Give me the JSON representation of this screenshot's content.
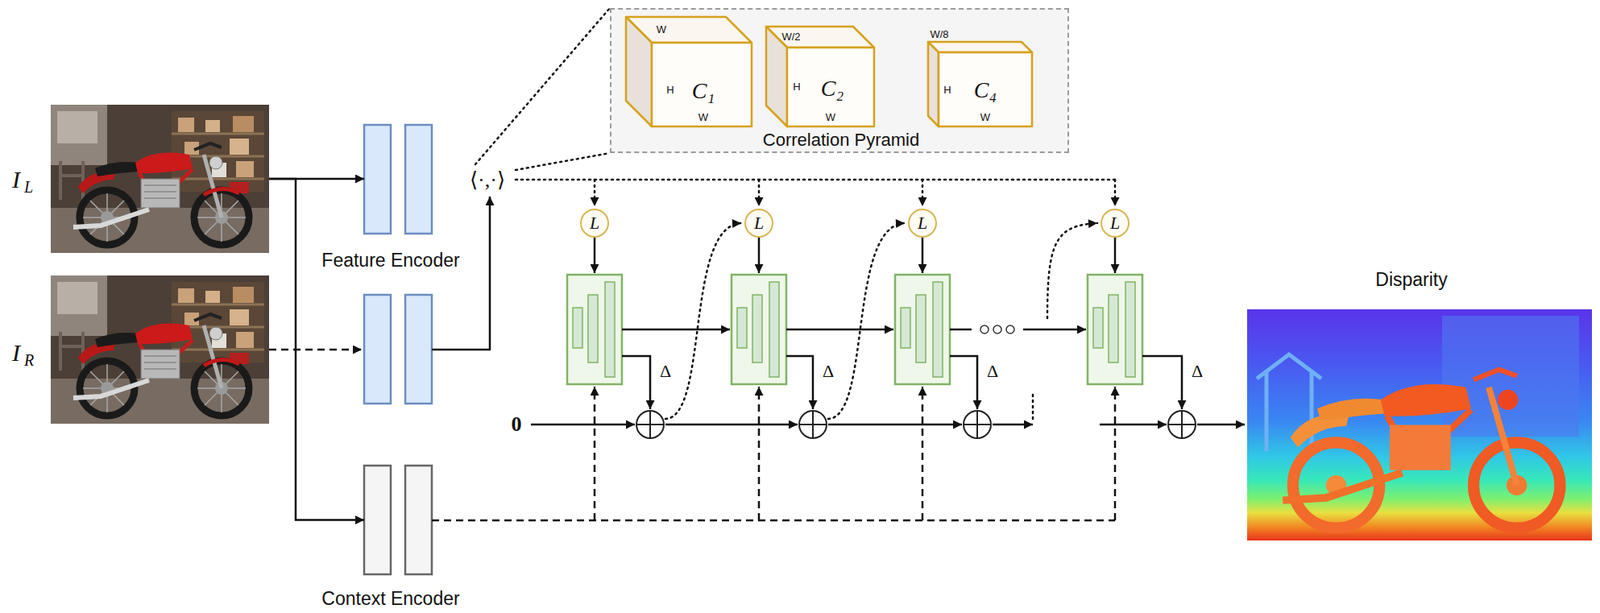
{
  "diagram": {
    "nodes": [
      {
        "text": [
          "I",
          "L"
        ]
      },
      {
        "text": [
          "I",
          "R"
        ]
      },
      {
        "text": [
          "Feature Encoder"
        ]
      },
      {
        "text": [
          "Context Encoder"
        ]
      },
      {
        "text": [
          "Correlation Pyramid"
        ]
      },
      {
        "text": [
          "W",
          "H",
          "C₁",
          "W"
        ],
        "in": 4
      },
      {
        "text": [
          "W/2",
          "H",
          "C₂",
          "W"
        ],
        "in": 4
      },
      {
        "text": [
          "W/8",
          "H",
          "C₄",
          "W"
        ],
        "in": 4
      },
      {
        "text": [
          "L"
        ]
      },
      {
        "text": [
          "L"
        ]
      },
      {
        "text": [
          "L"
        ]
      },
      {
        "text": [
          "L"
        ]
      },
      {
        "text": [
          "Disparity"
        ]
      }
    ],
    "edges": [
      {
        "from": 0,
        "to": 2,
        "arrow": "to"
      },
      {
        "from": 0,
        "to": 3,
        "arrow": "to"
      }
    ],
    "labels": [
      "⟨·,·⟩",
      "0",
      "Δ",
      "Δ",
      "Δ",
      "Δ"
    ]
  }
}
